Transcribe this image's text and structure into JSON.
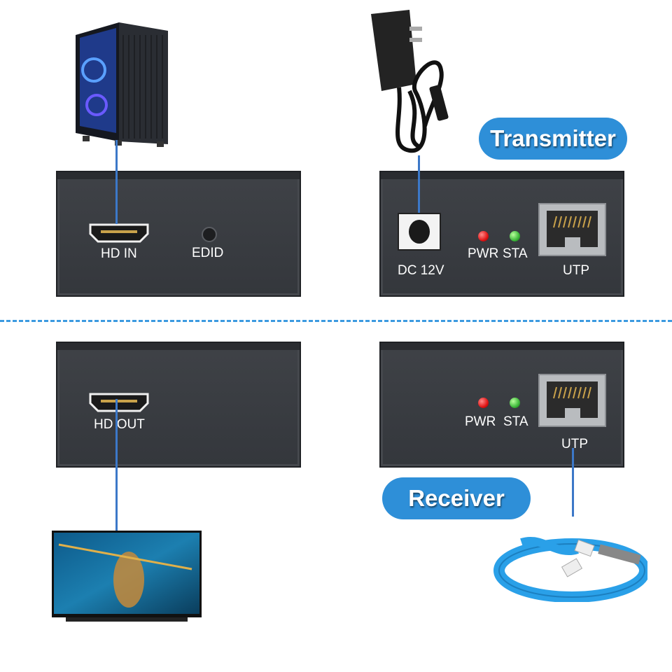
{
  "transmitter": {
    "title": "Transmitter",
    "hdmi_label": "HD IN",
    "edid_label": "EDID",
    "dc_label": "DC 12V",
    "pwr_label": "PWR",
    "sta_label": "STA",
    "utp_label": "UTP"
  },
  "receiver": {
    "title": "Receiver",
    "hdmi_label": "HD OUT",
    "pwr_label": "PWR",
    "sta_label": "STA",
    "utp_label": "UTP"
  },
  "colors": {
    "accent": "#2e8fd8",
    "link": "#3c78c8",
    "panel": "#3a3d42",
    "led_power": "#e01515",
    "led_status": "#3db83a"
  },
  "icons": [
    "pc-tower-icon",
    "power-adapter-icon",
    "tv-icon",
    "network-cable-icon"
  ]
}
